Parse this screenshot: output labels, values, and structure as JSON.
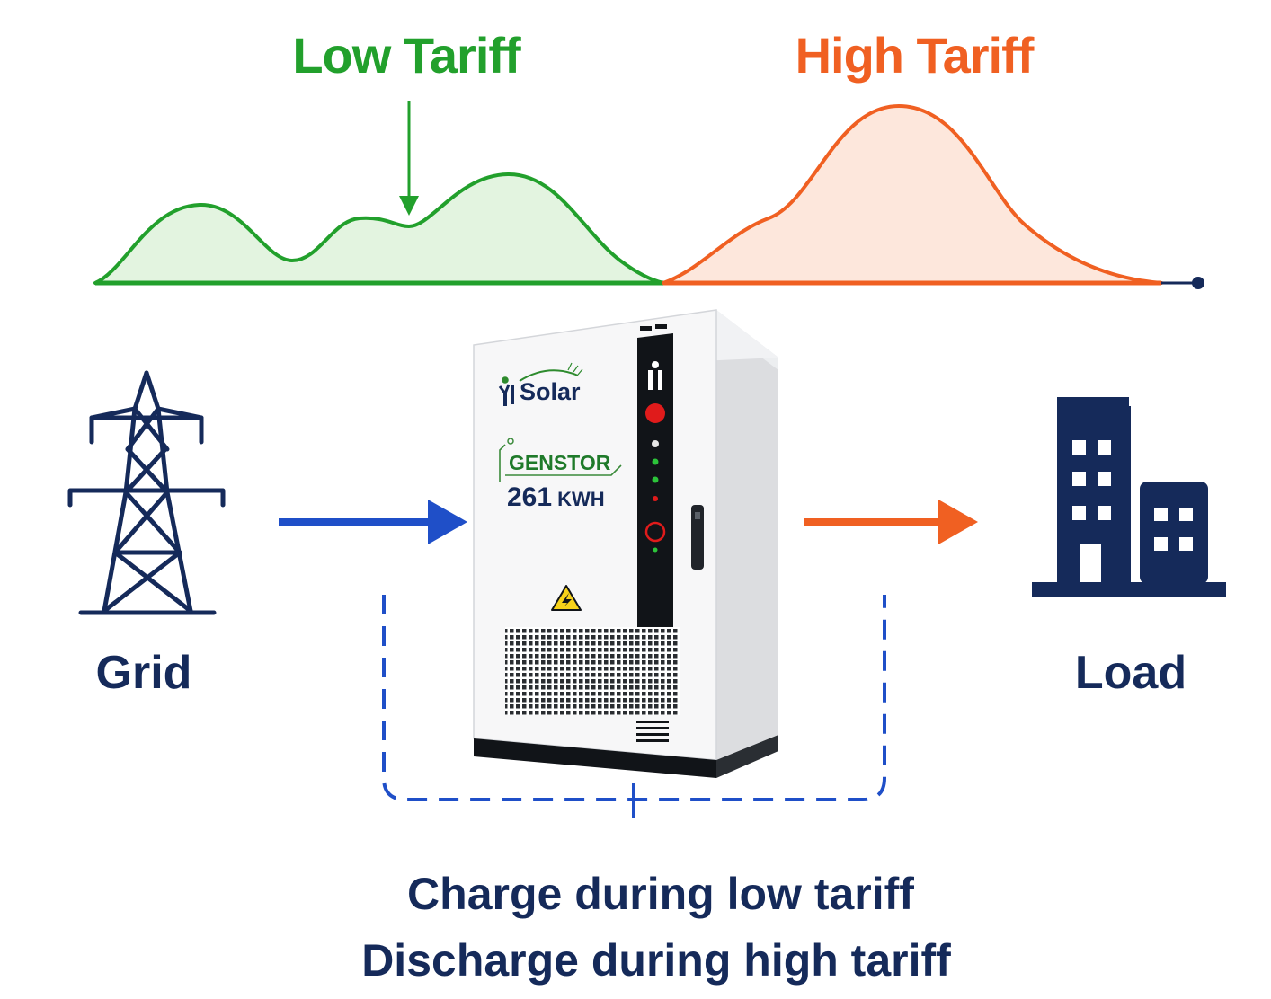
{
  "tariffs": {
    "low": {
      "label": "Low Tariff"
    },
    "high": {
      "label": "High Tariff"
    }
  },
  "nodes": {
    "grid": {
      "label": "Grid"
    },
    "load": {
      "label": "Load"
    }
  },
  "cabinet": {
    "brand": "Solar",
    "model": "GENSTOR",
    "capacity_value": "261",
    "capacity_unit": "KWH"
  },
  "caption": {
    "line1": "Charge during low tariff",
    "line2": "Discharge during high tariff"
  },
  "colors": {
    "low": "#22a02c",
    "high": "#f06022",
    "navy": "#152a5a",
    "blue": "#1f4fc8",
    "orange": "#f06022"
  }
}
